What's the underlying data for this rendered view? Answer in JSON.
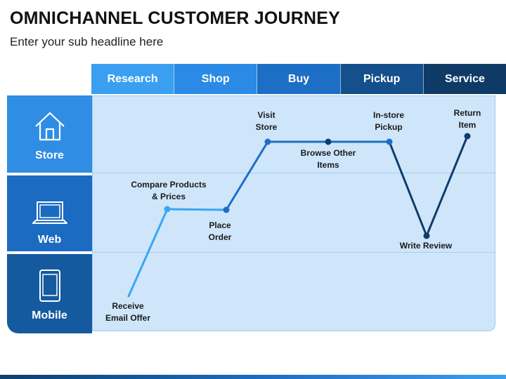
{
  "title": "OMNICHANNEL CUSTOMER JOURNEY",
  "subtitle": "Enter your sub headline here",
  "stages": [
    {
      "label": "Research",
      "color": "#3a9ff0"
    },
    {
      "label": "Shop",
      "color": "#2a8ae6"
    },
    {
      "label": "Buy",
      "color": "#1c6fc4"
    },
    {
      "label": "Pickup",
      "color": "#154f8c"
    },
    {
      "label": "Service",
      "color": "#0f3a66"
    }
  ],
  "channels": [
    {
      "label": "Store",
      "icon": "house-icon"
    },
    {
      "label": "Web",
      "icon": "laptop-icon"
    },
    {
      "label": "Mobile",
      "icon": "smartphone-icon"
    }
  ],
  "journey": {
    "points": [
      {
        "label_lines": [
          "Receive",
          "Email Offer"
        ],
        "stage": "Research",
        "channel": "Mobile"
      },
      {
        "label_lines": [
          "Compare Products",
          "& Prices"
        ],
        "stage": "Research",
        "channel": "Web"
      },
      {
        "label_lines": [
          "Place",
          "Order"
        ],
        "stage": "Shop",
        "channel": "Web"
      },
      {
        "label_lines": [
          "Visit",
          "Store"
        ],
        "stage": "Buy",
        "channel": "Store"
      },
      {
        "label_lines": [
          "Browse Other",
          "Items"
        ],
        "stage": "Buy",
        "channel": "Store"
      },
      {
        "label_lines": [
          "In-store",
          "Pickup"
        ],
        "stage": "Pickup",
        "channel": "Store"
      },
      {
        "label_lines": [
          "Write Review"
        ],
        "stage": "Service",
        "channel": "Web"
      },
      {
        "label_lines": [
          "Return",
          "Item"
        ],
        "stage": "Service",
        "channel": "Store"
      }
    ],
    "colors": {
      "start": "#3aa6f5",
      "mid": "#1d6fc6",
      "end": "#0e3d6b"
    }
  }
}
